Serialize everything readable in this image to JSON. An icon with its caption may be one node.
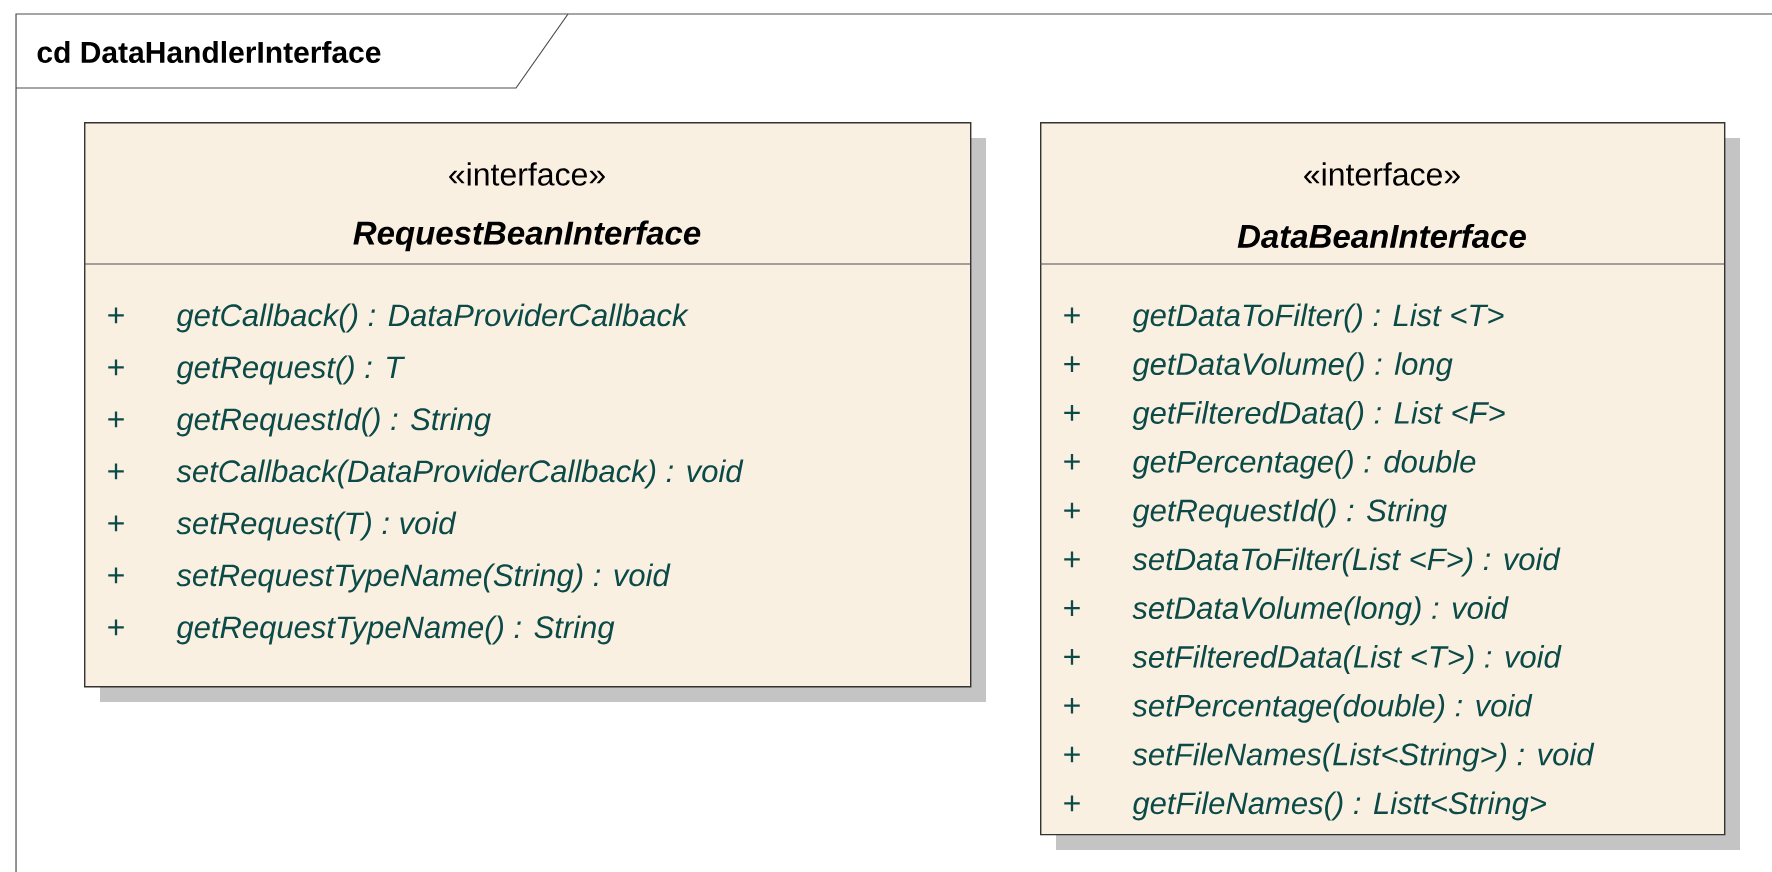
{
  "diagram": {
    "nodes": [
      {
        "text": [
          "cd DataHandlerInterface"
        ]
      },
      {
        "text": [
          "«interface»",
          "RequestBeanInterface",
          "+",
          "getCallback() : DataProviderCallback",
          "+",
          "getRequest() : T",
          "+",
          "getRequestId() : String",
          "+",
          "setCallback(DataProviderCallback) : void",
          "+",
          "setRequest(T) : void",
          "+",
          "setRequestTypeName(String) : void",
          "+",
          "getRequestTypeName() : String"
        ],
        "in": 0
      },
      {
        "text": [
          "«interface»",
          "DataBeanInterface",
          "+",
          "getDataToFilter() : List <T>",
          "+",
          "getDataVolume() : long",
          "+",
          "getFilteredData() : List <F>",
          "+",
          "getPercentage() : double",
          "+",
          "getRequestId() : String",
          "+",
          "setDataToFilter(List <F>) : void",
          "+",
          "setDataVolume(long) : void",
          "+",
          "setFilteredData(List <T>) : void",
          "+",
          "setPercentage(double) : void",
          "+",
          "setFileNames(List<String>) : void",
          "+",
          "getFileNames() : Listt<String>"
        ],
        "in": 0
      }
    ]
  }
}
